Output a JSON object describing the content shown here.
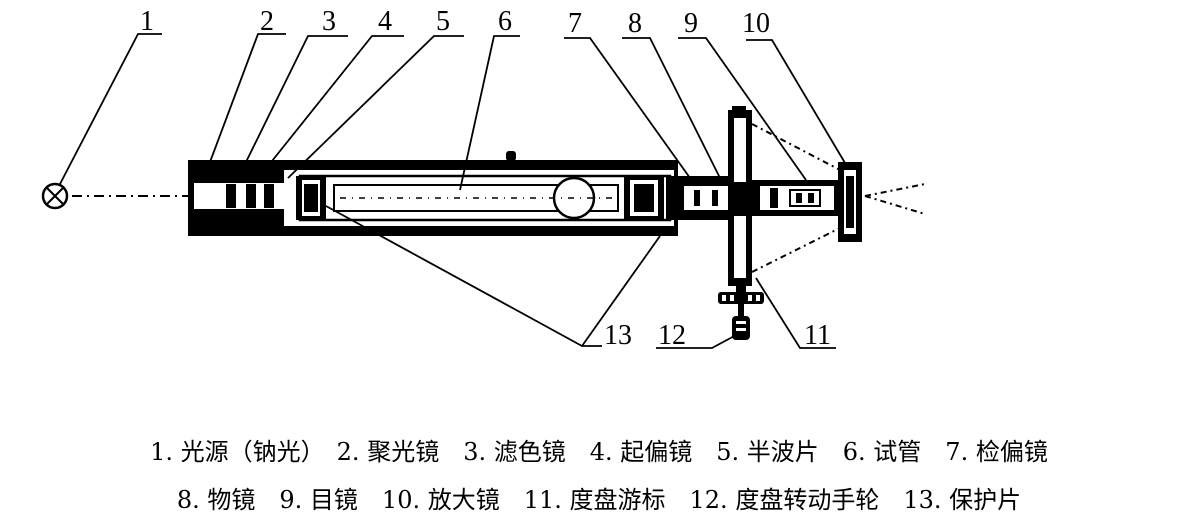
{
  "labels": [
    "1",
    "2",
    "3",
    "4",
    "5",
    "6",
    "7",
    "8",
    "9",
    "10",
    "11",
    "12",
    "13"
  ],
  "legend": {
    "line1": "1. 光源（钠光）　2. 聚光镜　3. 滤色镜　4. 起偏镜　5. 半波片　6. 试管　7. 检偏镜",
    "line2": "8. 物镜　9. 目镜　10. 放大镜　11. 度盘游标　12. 度盘转动手轮　13. 保护片"
  }
}
